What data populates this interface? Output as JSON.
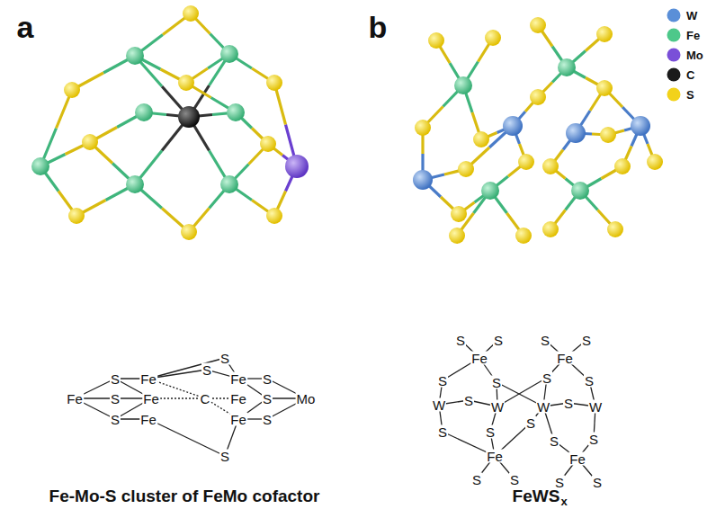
{
  "diagram": {
    "labels": [
      "a",
      "b",
      "S",
      "S",
      "Fe",
      "S",
      "Fe",
      "S",
      "Fe",
      "S",
      "Fe",
      "C",
      "Fe",
      "S",
      "Mo",
      "S",
      "Fe",
      "Fe",
      "S",
      "S",
      "S",
      "S",
      "Fe",
      "S",
      "S",
      "Fe",
      "S",
      "S",
      "S",
      "S",
      "W",
      "S",
      "W",
      "W",
      "S",
      "W",
      "S",
      "S",
      "S",
      "S",
      "S",
      "Fe",
      "Fe",
      "S",
      "S",
      "S",
      "S",
      "Fe-Mo-S cluster of FeMo cofactor",
      "FeWS",
      "x"
    ],
    "legend": [
      {
        "text": "W",
        "color": "#5a8fd8"
      },
      {
        "text": "Fe",
        "color": "#4dc88a"
      },
      {
        "text": "Mo",
        "color": "#7a4fd8"
      },
      {
        "text": "C",
        "color": "#1a1a1a"
      },
      {
        "text": "S",
        "color": "#f2d21a"
      }
    ]
  }
}
